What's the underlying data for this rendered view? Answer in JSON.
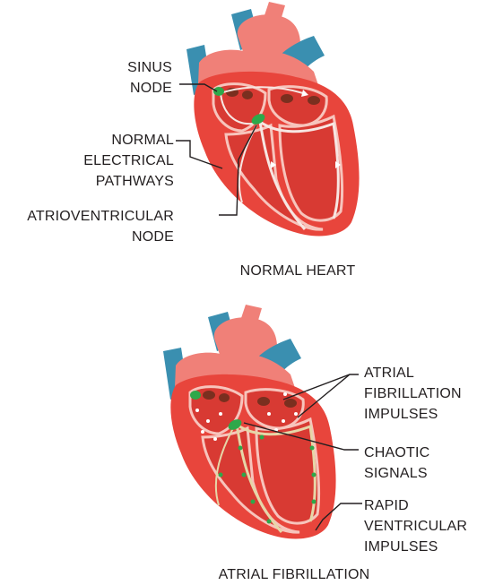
{
  "colors": {
    "vessel_blue": "#3a8fb0",
    "vessel_blue_dark": "#2b7191",
    "muscle_red": "#e8453c",
    "muscle_red_dark": "#d83a33",
    "atrium_pink": "#f08078",
    "pathway_light": "#f7c4bc",
    "node_green": "#2ea84a",
    "valve_brown": "#7a2f1f",
    "label_text": "#231f20",
    "leader_line": "#231f20"
  },
  "normal_heart": {
    "caption": "NORMAL HEART",
    "labels": {
      "sinus_node": [
        "SINUS",
        "NODE"
      ],
      "normal_pathways": [
        "NORMAL",
        "ELECTRICAL",
        "PATHWAYS"
      ],
      "av_node": [
        "ATRIOVENTRICULAR",
        "NODE"
      ]
    }
  },
  "afib_heart": {
    "caption": "ATRIAL FIBRILLATION",
    "labels": {
      "fibrillation_impulses": [
        "ATRIAL",
        "FIBRILLATION",
        "IMPULSES"
      ],
      "chaotic_signals": [
        "CHAOTIC",
        "SIGNALS"
      ],
      "rapid_impulses": [
        "RAPID",
        "VENTRICULAR",
        "IMPULSES"
      ]
    }
  }
}
